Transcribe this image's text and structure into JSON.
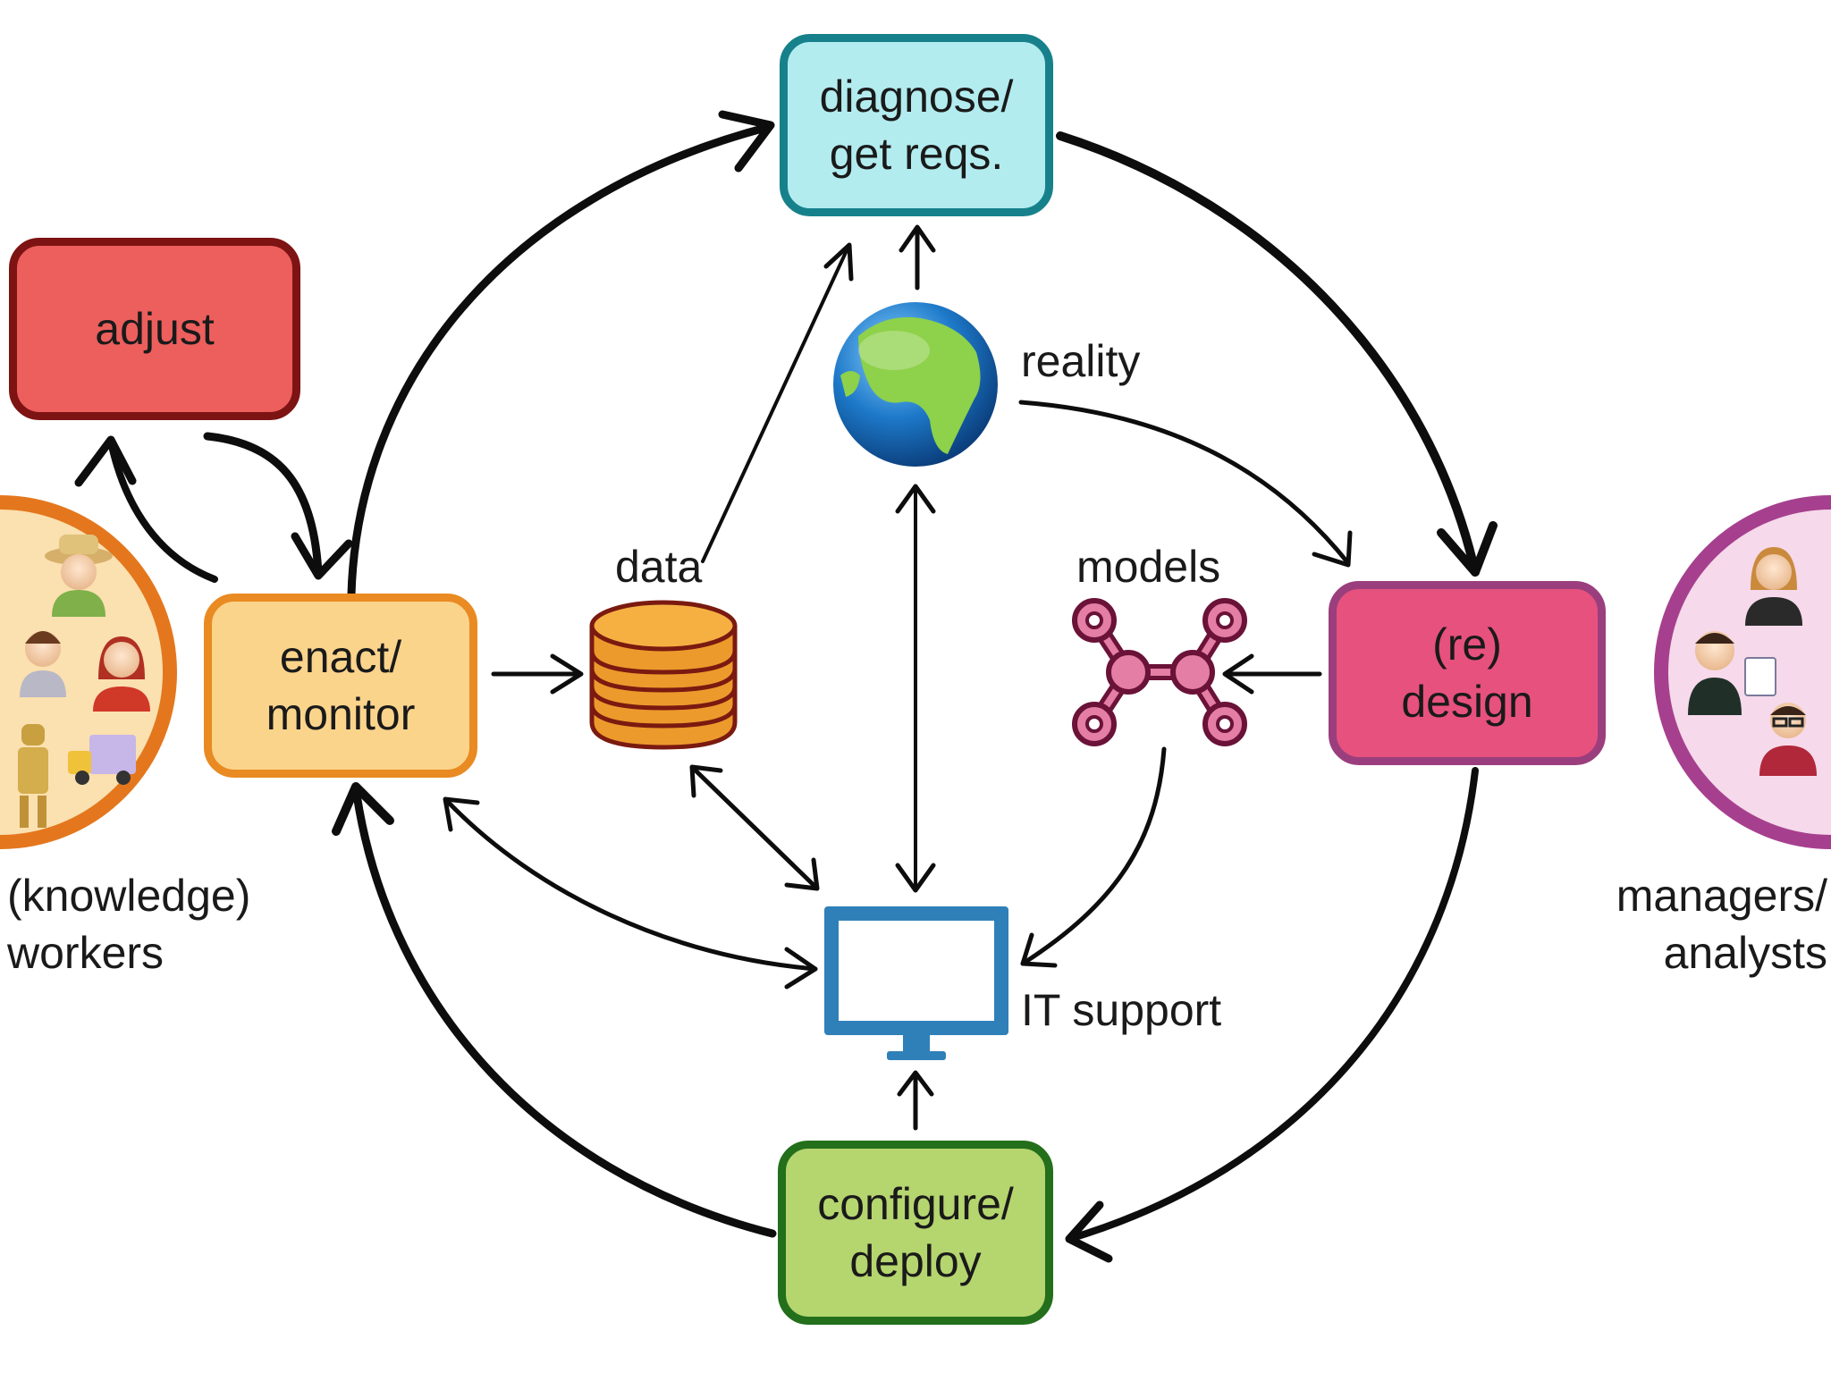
{
  "colors": {
    "diagnose": {
      "fill": "#b3ecef",
      "stroke": "#17818b"
    },
    "adjust": {
      "fill": "#ec5f5d",
      "stroke": "#7d1313"
    },
    "enact": {
      "fill": "#fbd48c",
      "stroke": "#e98a22"
    },
    "design": {
      "fill": "#e7517e",
      "stroke": "#9b3e7e"
    },
    "configure": {
      "fill": "#b5d56f",
      "stroke": "#236f1b"
    },
    "workers_ring": "#e4771d",
    "managers_ring": "#a6408e",
    "data": "#ec9a2c",
    "models": "#a8215a",
    "it": "#2f80b9"
  },
  "boxes": {
    "diagnose": [
      "diagnose/",
      "get reqs."
    ],
    "adjust": [
      "adjust"
    ],
    "enact": [
      "enact/",
      "monitor"
    ],
    "design": [
      "(re)",
      "design"
    ],
    "configure": [
      "configure/",
      "deploy"
    ]
  },
  "labels": {
    "reality": "reality",
    "data": "data",
    "models": "models",
    "it_support": "IT support",
    "workers": [
      "(knowledge)",
      "workers"
    ],
    "managers": [
      "managers/",
      "analysts"
    ]
  },
  "icons": {
    "globe": "globe-icon",
    "database": "database-icon",
    "models": "model-graph-icon",
    "monitor": "monitor-icon",
    "workers_group": "workers-group-icon",
    "managers_group": "managers-group-icon"
  }
}
